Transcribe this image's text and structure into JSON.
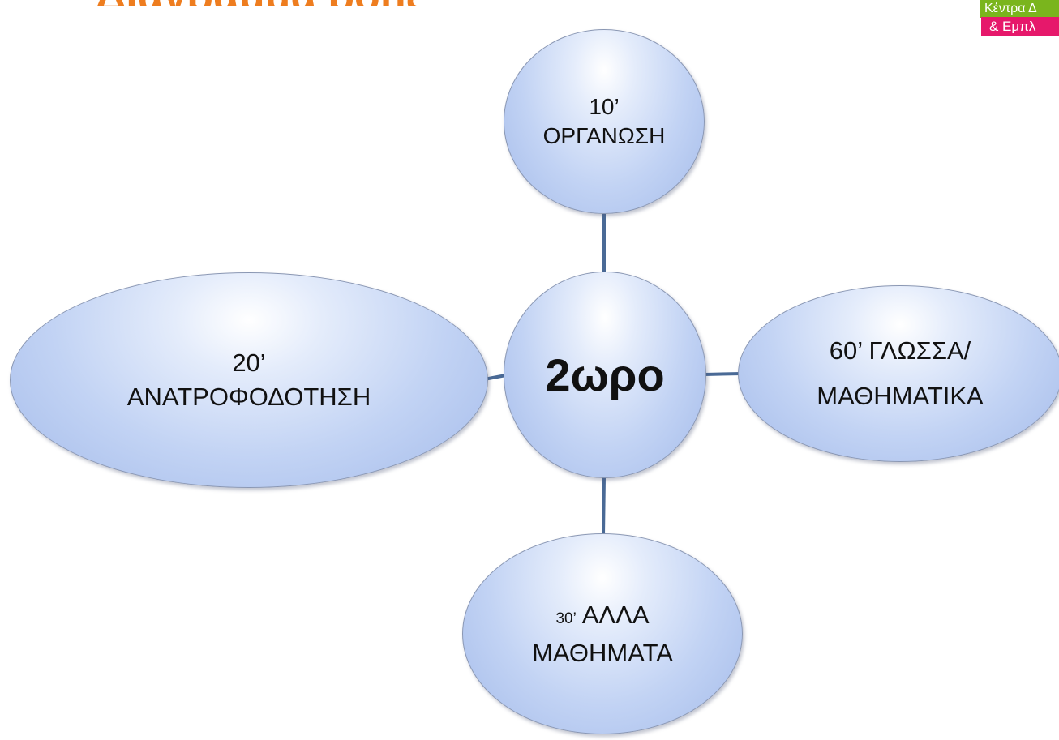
{
  "header": {
    "title_fragment": "Διάγραμμα ροής"
  },
  "logo": {
    "line1": "Κέντρα Δ",
    "line2": "& Εμπλ"
  },
  "diagram": {
    "center": {
      "label": "2ωρο"
    },
    "top": {
      "line1": "10’",
      "line2": "ΟΡΓΑΝΩΣΗ"
    },
    "left": {
      "line1": "20’",
      "line2": "ΑΝΑΤΡΟΦΟΔΟΤΗΣΗ"
    },
    "right": {
      "line1": "60’ ΓΛΩΣΣΑ/",
      "line2": "ΜΑΘΗΜΑΤΙΚΑ"
    },
    "bottom": {
      "prefix": "30’",
      "line1_rest": " ΑΛΛΑ",
      "line2": "ΜΑΘΗΜΑΤΑ"
    }
  },
  "colors": {
    "title": "#ee7d1f",
    "node_fill": "#c2d3f4",
    "node_border": "#8a97b3",
    "connector": "#4a6a96",
    "logo_green": "#7ab51d",
    "logo_pink": "#e6186b"
  }
}
